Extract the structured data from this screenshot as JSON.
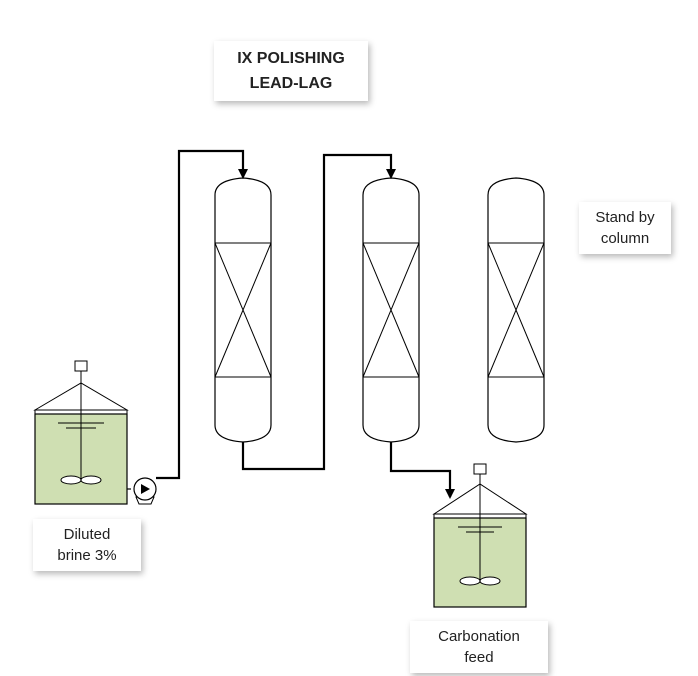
{
  "title": {
    "line1": "IX POLISHING",
    "line2": "LEAD-LAG"
  },
  "standby_label": {
    "line1": "Stand by",
    "line2": "column"
  },
  "brine_tank_label": {
    "line1": "Diluted",
    "line2": "brine 3%"
  },
  "carbonation_tank_label": {
    "line1": "Carbonation",
    "line2": "feed"
  },
  "colors": {
    "tank_liquid": "#cfdfb2",
    "line": "#000000",
    "vessel_fill": "#ffffff"
  }
}
